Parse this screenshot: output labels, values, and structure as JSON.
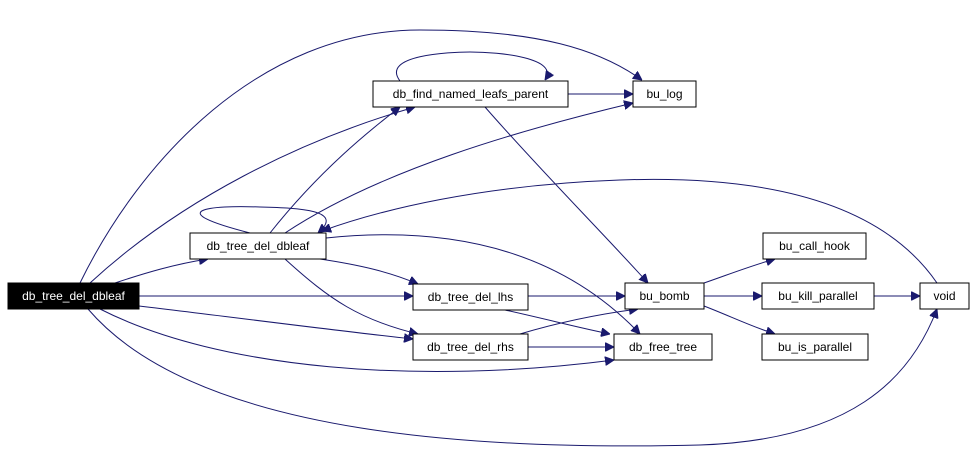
{
  "graph": {
    "colors": {
      "edge": "#1a1a6e",
      "node_border": "#000000",
      "node_fill": "#ffffff",
      "root_fill": "#000000",
      "root_text": "#ffffff"
    },
    "nodes": [
      {
        "id": "db_tree_del_dbleaf",
        "label": "db_tree_del_dbleaf",
        "root": true
      },
      {
        "id": "db_find_named_leafs_parent",
        "label": "db_find_named_leafs_parent"
      },
      {
        "id": "bu_log",
        "label": "bu_log"
      },
      {
        "id": "db_tree_del_dbleaf_inner",
        "label": "db_tree_del_dbleaf"
      },
      {
        "id": "bu_call_hook",
        "label": "bu_call_hook"
      },
      {
        "id": "db_tree_del_lhs",
        "label": "db_tree_del_lhs"
      },
      {
        "id": "bu_bomb",
        "label": "bu_bomb"
      },
      {
        "id": "bu_kill_parallel",
        "label": "bu_kill_parallel"
      },
      {
        "id": "void",
        "label": "void"
      },
      {
        "id": "db_tree_del_rhs",
        "label": "db_tree_del_rhs"
      },
      {
        "id": "db_free_tree",
        "label": "db_free_tree"
      },
      {
        "id": "bu_is_parallel",
        "label": "bu_is_parallel"
      }
    ],
    "edges": [
      {
        "from": "db_tree_del_dbleaf",
        "to": "bu_log"
      },
      {
        "from": "db_tree_del_dbleaf",
        "to": "db_find_named_leafs_parent"
      },
      {
        "from": "db_tree_del_dbleaf",
        "to": "db_tree_del_dbleaf_inner"
      },
      {
        "from": "db_tree_del_dbleaf",
        "to": "db_tree_del_lhs"
      },
      {
        "from": "db_tree_del_dbleaf",
        "to": "db_tree_del_rhs"
      },
      {
        "from": "db_tree_del_dbleaf",
        "to": "db_free_tree"
      },
      {
        "from": "db_tree_del_dbleaf",
        "to": "void"
      },
      {
        "from": "db_find_named_leafs_parent",
        "to": "db_find_named_leafs_parent"
      },
      {
        "from": "db_find_named_leafs_parent",
        "to": "bu_log"
      },
      {
        "from": "db_find_named_leafs_parent",
        "to": "bu_bomb"
      },
      {
        "from": "db_tree_del_dbleaf_inner",
        "to": "db_tree_del_dbleaf_inner"
      },
      {
        "from": "db_tree_del_dbleaf_inner",
        "to": "db_find_named_leafs_parent"
      },
      {
        "from": "db_tree_del_dbleaf_inner",
        "to": "bu_log"
      },
      {
        "from": "db_tree_del_dbleaf_inner",
        "to": "db_tree_del_lhs"
      },
      {
        "from": "db_tree_del_dbleaf_inner",
        "to": "db_tree_del_rhs"
      },
      {
        "from": "db_tree_del_dbleaf_inner",
        "to": "db_free_tree"
      },
      {
        "from": "void",
        "to": "db_tree_del_dbleaf_inner"
      },
      {
        "from": "db_tree_del_lhs",
        "to": "bu_bomb"
      },
      {
        "from": "db_tree_del_lhs",
        "to": "db_free_tree"
      },
      {
        "from": "db_tree_del_rhs",
        "to": "bu_bomb"
      },
      {
        "from": "db_tree_del_rhs",
        "to": "db_free_tree"
      },
      {
        "from": "bu_bomb",
        "to": "bu_call_hook"
      },
      {
        "from": "bu_bomb",
        "to": "bu_kill_parallel"
      },
      {
        "from": "bu_bomb",
        "to": "bu_is_parallel"
      },
      {
        "from": "bu_kill_parallel",
        "to": "void"
      }
    ]
  }
}
